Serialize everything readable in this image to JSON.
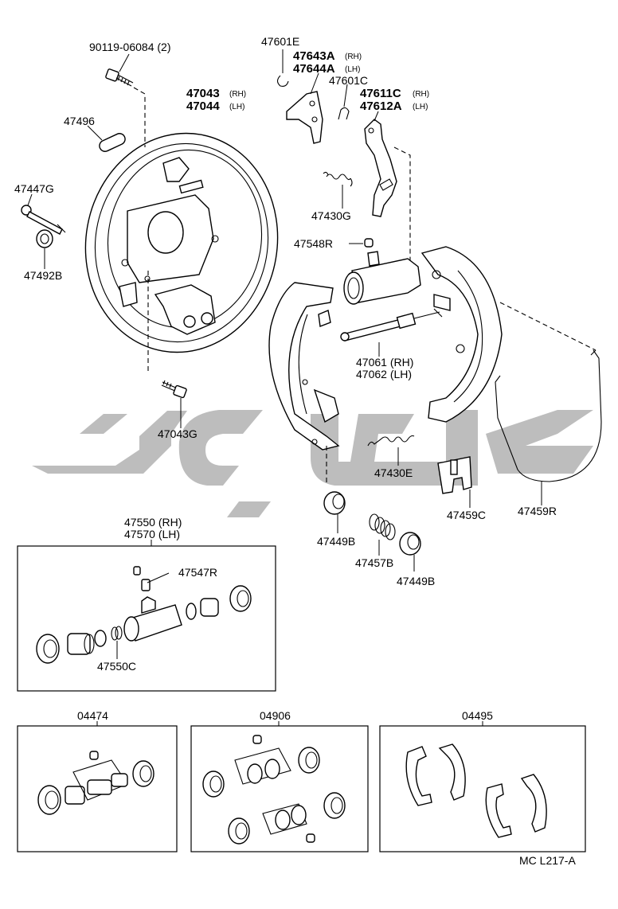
{
  "labels": {
    "p90119": "90119-06084 (2)",
    "p47601e": "47601E",
    "p47643a": "47643A",
    "p47643a_suffix": "(RH)",
    "p47644a": "47644A",
    "p47644a_suffix": "(LH)",
    "p47601c": "47601C",
    "p47611c": "47611C",
    "p47611c_suffix": "(RH)",
    "p47612a": "47612A",
    "p47612a_suffix": "(LH)",
    "p47043rh": "47043",
    "p47043rh_suffix": "(RH)",
    "p47044lh": "47044",
    "p47044lh_suffix": "(LH)",
    "p47496": "47496",
    "p47447g": "47447G",
    "p47492b": "47492B",
    "p47430g": "47430G",
    "p47548r": "47548R",
    "p47061": "47061 (RH)",
    "p47062": "47062 (LH)",
    "p47043g": "47043G",
    "p47430e": "47430E",
    "p47459c": "47459C",
    "p47459r": "47459R",
    "p47449b_a": "47449B",
    "p47457b": "47457B",
    "p47449b_b": "47449B",
    "p47550": "47550 (RH)",
    "p47570": "47570 (LH)",
    "p47547r": "47547R",
    "p47550c": "47550C",
    "p04474": "04474",
    "p04906": "04906",
    "p04495": "04495",
    "diagram_code": "MC L217-A"
  },
  "watermark": {
    "color": "#bdbdbd"
  },
  "icons": [
    "backing-plate-icon",
    "brake-shoe-icon",
    "wheel-cylinder-icon",
    "spring-icon",
    "cable-icon",
    "bolt-icon"
  ]
}
